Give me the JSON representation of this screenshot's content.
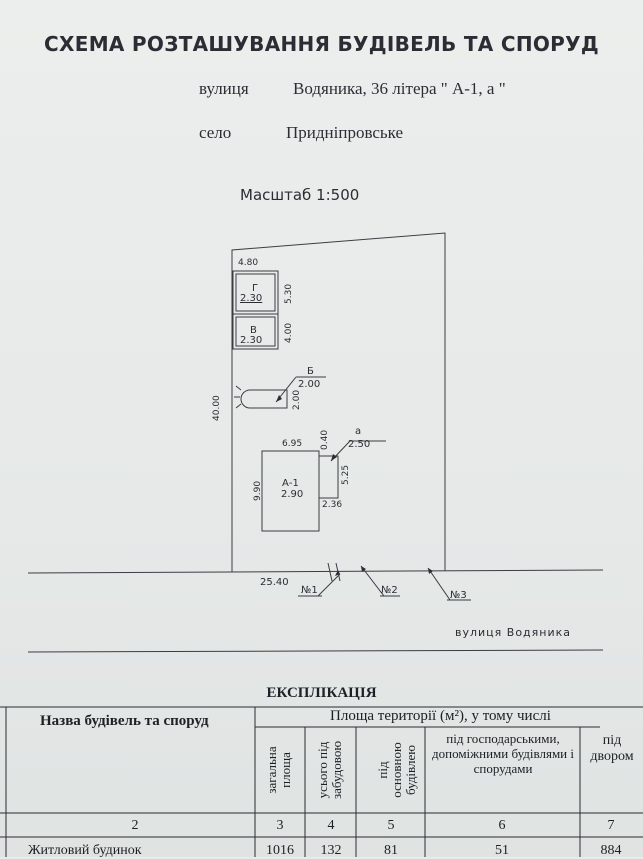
{
  "header": {
    "title": "СХЕМА РОЗТАШУВАННЯ БУДІВЕЛЬ ТА СПОРУД",
    "street_label": "вулиця",
    "street_value": "Водяника, 36 літера \" А-1, а \"",
    "village_label": "село",
    "village_value": "Придніпровське",
    "scale": "Масштаб 1:500"
  },
  "plan": {
    "dim_top": "4.80",
    "dim_g_side": "5.30",
    "g_letter": "Г",
    "g_height": "2.30",
    "v_letter": "В",
    "v_height": "2.30",
    "dim_v_side": "4.00",
    "dim_plot_side": "40.00",
    "b_letter": "Б",
    "b_height": "2.00",
    "b_side": "2.00",
    "main_width": "6.95",
    "main_offset": "0.40",
    "a_letter": "а",
    "a_height": "2.50",
    "a_side": "5.25",
    "main_side": "9.90",
    "main_letter": "А-1",
    "main_height": "2.90",
    "a_width": "2.36",
    "dim_front": "25.40",
    "gate_1": "№1",
    "gate_2": "№2",
    "gate_3": "№3",
    "street_name": "вулиця Водяника"
  },
  "explication": {
    "title": "ЕКСПЛІКАЦІЯ",
    "col_name": "Назва будівель та споруд",
    "col_area_group": "Площа території (м²), у тому числі",
    "col_total": "загальна площа",
    "col_built": "усього під забудовою",
    "col_main": "під основною будівлею",
    "col_aux": "під господарськими, допоміжними будівлями і спорудами",
    "col_yard": "під двором",
    "numbers": [
      "2",
      "3",
      "4",
      "5",
      "6",
      "7"
    ],
    "row1": {
      "name": "Житловий будинок",
      "total": "1016",
      "built": "132",
      "main": "81",
      "aux": "51",
      "yard": "884"
    }
  }
}
